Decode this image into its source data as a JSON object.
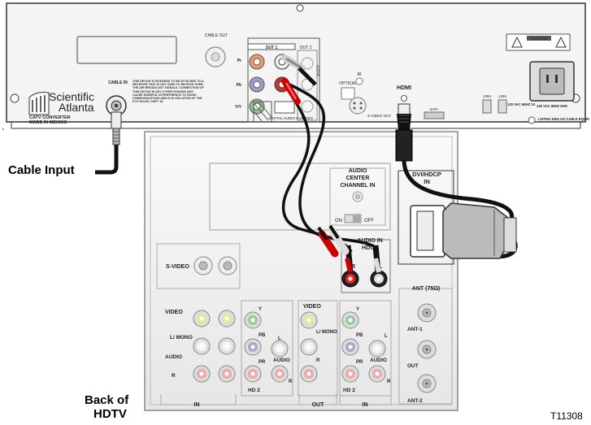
{
  "labels": {
    "cable_input": "Cable Input",
    "back_of": "Back of",
    "hdtv": "HDTV",
    "figure_id": "T11308"
  },
  "converter": {
    "brand_1": "Scientific",
    "brand_2": "Atlanta",
    "model": "CATV CONVERTER",
    "origin": "MADE IN MEXICO",
    "cable_in": "CABLE IN",
    "cable_out": "CABLE OUT",
    "out1": "OUT 1",
    "out2": "OUT 2",
    "pr": "Pr",
    "pb": "Pb",
    "yy": "Y/Y",
    "audio_vert": "AUDIO",
    "digital_audio_out": "DIGITAL AUDIO OUT",
    "video": "VIDEO",
    "optical": "OPTICAL",
    "ir": "IR",
    "s_video_out": "S-VIDEO OUT",
    "hdmi": "HDMI",
    "sata": "SATA",
    "p1394a": "1394",
    "p1394b": "1394",
    "caution": "CAUTION",
    "voltage_1": "120 VAC 60HZ 2A",
    "voltage_2": "120 VAC 60HZ 50W",
    "listed": "LISTED 19H1 US CABLE EQUIP.",
    "fcc_text": "THIS DEVICE IS INTENDED TO BE ATTACHED TO A RECEIVER THAT IS NOT USED TO RECEIVE OVER-THE-AIR BROADCAST SIGNALS. CONNECTION OF THIS DEVICE IN ANY OTHER FASHION MAY CAUSE HARMFUL INTERFERENCE TO RADIO COMMUNICATIONS AND IS IN VIOLATION OF THE FCC RULES, PART 15."
  },
  "tv": {
    "audio_center": "AUDIO",
    "center": "CENTER",
    "channel_in": "CHANNEL IN",
    "on": "ON",
    "off": "OFF",
    "dvi_hdcp": "DVI/HDCP",
    "dvi_in": "IN",
    "audio_in": "AUDIO IN",
    "hdcp": "HDCP",
    "r": "R",
    "l": "L",
    "s_video": "S-VIDEO",
    "video": "VIDEO",
    "l_mono": "L/ MONO",
    "audio": "AUDIO",
    "y": "Y",
    "pb": "PB",
    "pr": "PR",
    "hd2": "HD 2",
    "in": "IN",
    "out": "OUT",
    "ant": "ANT (75Ω)",
    "ant1": "ANT-1",
    "ant_out": "OUT",
    "ant2": "ANT-2"
  }
}
